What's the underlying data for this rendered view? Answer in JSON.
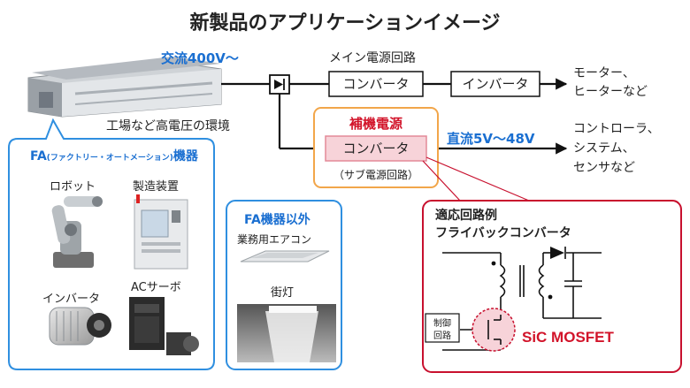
{
  "title": "新製品のアプリケーションイメージ",
  "source": {
    "ac_label": "交流400V〜",
    "factory_caption": "工場など高電圧の環境"
  },
  "main_line": {
    "label": "メイン電源回路",
    "converter": "コンバータ",
    "inverter": "インバータ",
    "output": [
      "モーター、",
      "ヒーターなど"
    ]
  },
  "aux_supply": {
    "title": "補機電源",
    "converter": "コンバータ",
    "sub_label": "（サブ電源回路）",
    "dc_label": "直流5V〜48V",
    "output": [
      "コントローラ、",
      "システム、",
      "センサなど"
    ]
  },
  "fa_panel": {
    "title_main": "FA",
    "title_paren": "(ファクトリー・オートメーション)",
    "title_tail": "機器",
    "items": [
      "ロボット",
      "製造装置",
      "インバータ",
      "ACサーボ"
    ]
  },
  "non_fa_panel": {
    "title": "FA機器以外",
    "items": [
      "業務用エアコン",
      "街灯"
    ]
  },
  "circuit_panel": {
    "title_line1": "適応回路例",
    "title_line2": "フライバックコンバータ",
    "control_label": [
      "制御",
      "回路"
    ],
    "device": "SiC MOSFET"
  },
  "colors": {
    "title": "#222222",
    "accent_blue": "#1a6fd1",
    "panel_border_blue": "#2f8fe0",
    "aux_border_orange": "#f2a64a",
    "aux_title_red": "#d2142a",
    "circuit_border_red": "#c8102e",
    "pink_box": "#f7d3d9",
    "line": "#111111"
  }
}
